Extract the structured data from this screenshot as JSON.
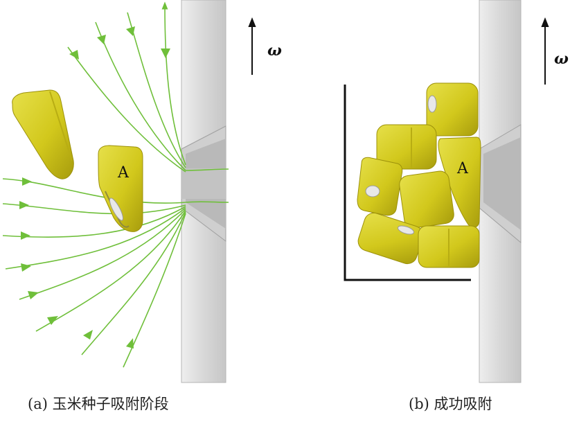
{
  "figure": {
    "panel_a": {
      "caption": "(a) 玉米种子吸附阶段",
      "seed_label": "A",
      "omega_label": "ω"
    },
    "panel_b": {
      "caption": "(b) 成功吸附",
      "seed_label": "A",
      "omega_label": "ω"
    }
  },
  "colors": {
    "seed": "#d6cf1f",
    "seed_shadow": "#b3a80f",
    "streamline": "#6fbf3a",
    "plate": "#d9d9d9",
    "plate_shade": "#bcbcbc",
    "hole": "#a9a9a9",
    "text": "#222222"
  }
}
